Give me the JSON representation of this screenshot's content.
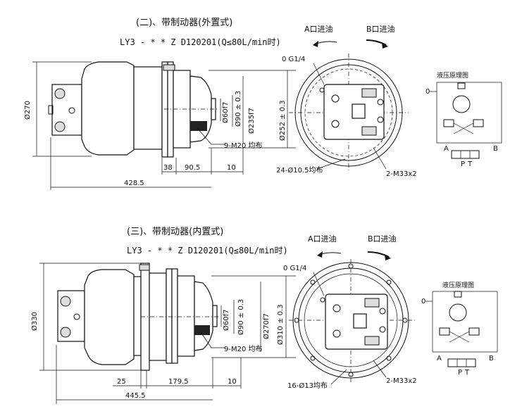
{
  "section1": {
    "title": "(二)、带制动器(外置式)",
    "model": "LY3 - * * Z D120201(Q≤80L/min时)",
    "dims": {
      "d270": "Ø270",
      "d60": "Ø60f7",
      "d90": "Ø90 ± 0.3",
      "d235": "Ø235f7",
      "d252": "Ø252 ± 0.3",
      "bolts": "9-M20 均布",
      "l38": "38",
      "l90": "90.5",
      "l10": "10",
      "total": "428.5",
      "holes": "24-Ø10.5均布",
      "ports": "2-M33x2",
      "gport": "0 G1/4"
    },
    "port_a": "A口进油",
    "port_b": "B口进油",
    "hydraulic_title": "液压原理图",
    "port_p": "P",
    "port_t": "T",
    "port_label_a": "A",
    "port_label_b": "B"
  },
  "section2": {
    "title": "(三)、带制动器(内置式)",
    "model": "LY3 - * * Z D120201(Q≤80L/min时)",
    "dims": {
      "d330": "Ø330",
      "d60": "Ø60f7",
      "d90": "Ø90 ± 0.3",
      "d270": "Ø270f7",
      "d310": "Ø310 ± 0.3",
      "bolts": "9-M20 均布",
      "l25": "25",
      "l179": "179.5",
      "l10": "10",
      "total": "445.5",
      "holes": "16-Ø13均布",
      "ports": "2-M33x2",
      "gport": "0 G1/4"
    },
    "port_a": "A口进油",
    "port_b": "B口进油",
    "hydraulic_title": "液压原理图",
    "port_p": "P",
    "port_t": "T",
    "port_label_a": "A",
    "port_label_b": "B"
  }
}
